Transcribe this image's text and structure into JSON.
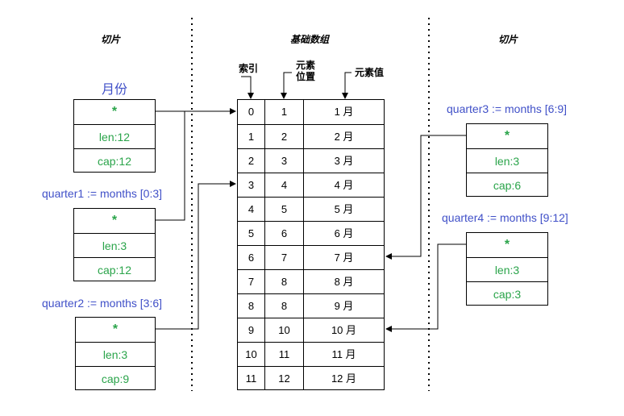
{
  "headings": {
    "left": "切片",
    "center": "基础数组",
    "right": "切片"
  },
  "column_labels": {
    "index": "索引",
    "position": "元素\n位置",
    "value": "元素值"
  },
  "months_slice": {
    "title": "月份",
    "pointer": "*",
    "len": "len:12",
    "cap": "cap:12"
  },
  "quarter1": {
    "title": "quarter1 := months [0:3]",
    "pointer": "*",
    "len": "len:3",
    "cap": "cap:12"
  },
  "quarter2": {
    "title": "quarter2 := months [3:6]",
    "pointer": "*",
    "len": "len:3",
    "cap": "cap:9"
  },
  "quarter3": {
    "title": "quarter3 := months [6:9]",
    "pointer": "*",
    "len": "len:3",
    "cap": "cap:6"
  },
  "quarter4": {
    "title": "quarter4 := months [9:12]",
    "pointer": "*",
    "len": "len:3",
    "cap": "cap:3"
  },
  "array_rows": [
    {
      "index": "0",
      "position": "1",
      "value": "1 月"
    },
    {
      "index": "1",
      "position": "2",
      "value": "2 月"
    },
    {
      "index": "2",
      "position": "3",
      "value": "3 月"
    },
    {
      "index": "3",
      "position": "4",
      "value": "4 月"
    },
    {
      "index": "4",
      "position": "5",
      "value": "5 月"
    },
    {
      "index": "5",
      "position": "6",
      "value": "6 月"
    },
    {
      "index": "6",
      "position": "7",
      "value": "7 月"
    },
    {
      "index": "7",
      "position": "8",
      "value": "8 月"
    },
    {
      "index": "8",
      "position": "8",
      "value": "9 月"
    },
    {
      "index": "9",
      "position": "10",
      "value": "10 月"
    },
    {
      "index": "10",
      "position": "11",
      "value": "11 月"
    },
    {
      "index": "11",
      "position": "12",
      "value": "12 月"
    }
  ],
  "colors": {
    "title_blue": "#4050c8",
    "field_green": "#2aa44a",
    "line": "#000000"
  }
}
